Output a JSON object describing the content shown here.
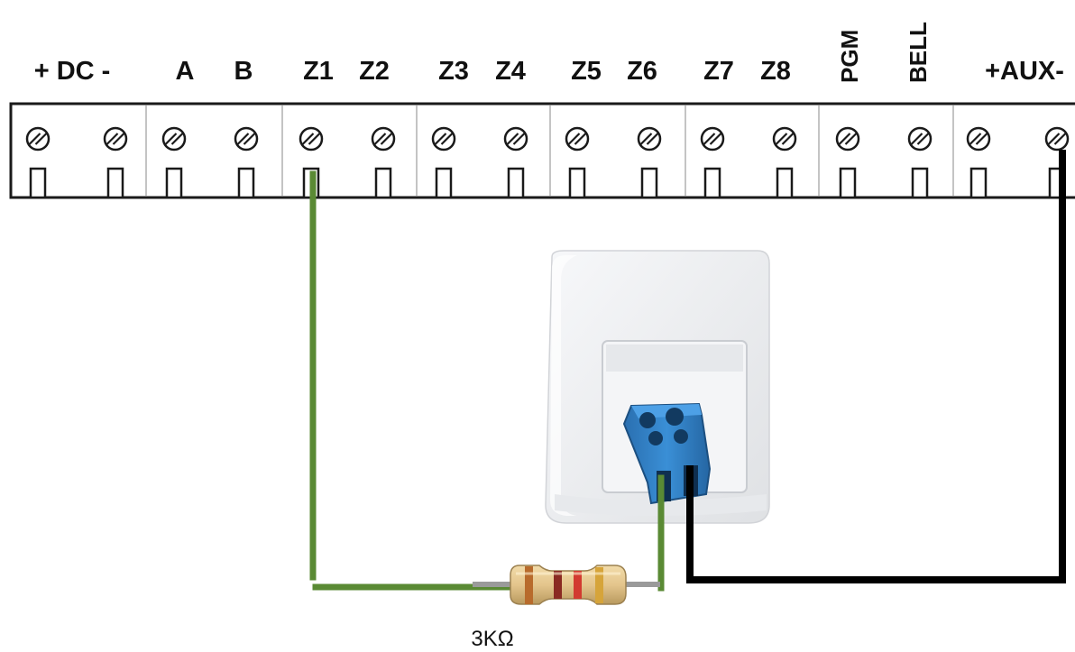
{
  "terminal_labels": {
    "dc": "+ DC -",
    "a": "A",
    "b": "B",
    "z1": "Z1",
    "z2": "Z2",
    "z3": "Z3",
    "z4": "Z4",
    "z5": "Z5",
    "z6": "Z6",
    "z7": "Z7",
    "z8": "Z8",
    "pgm": "PGM",
    "bell": "BELL",
    "aux": "+AUX-"
  },
  "resistor": {
    "value_label": "3KΩ"
  },
  "colors": {
    "zone_wire": "#5a8a34",
    "common_wire": "#000000",
    "connector": "#2f7fc4",
    "sensor_body": "#ecedef",
    "resistor_body": "#e4c58c"
  },
  "icons": {
    "terminal_screw": "terminal-screw-icon",
    "sensor": "motion-sensor-icon",
    "resistor": "resistor-icon"
  }
}
